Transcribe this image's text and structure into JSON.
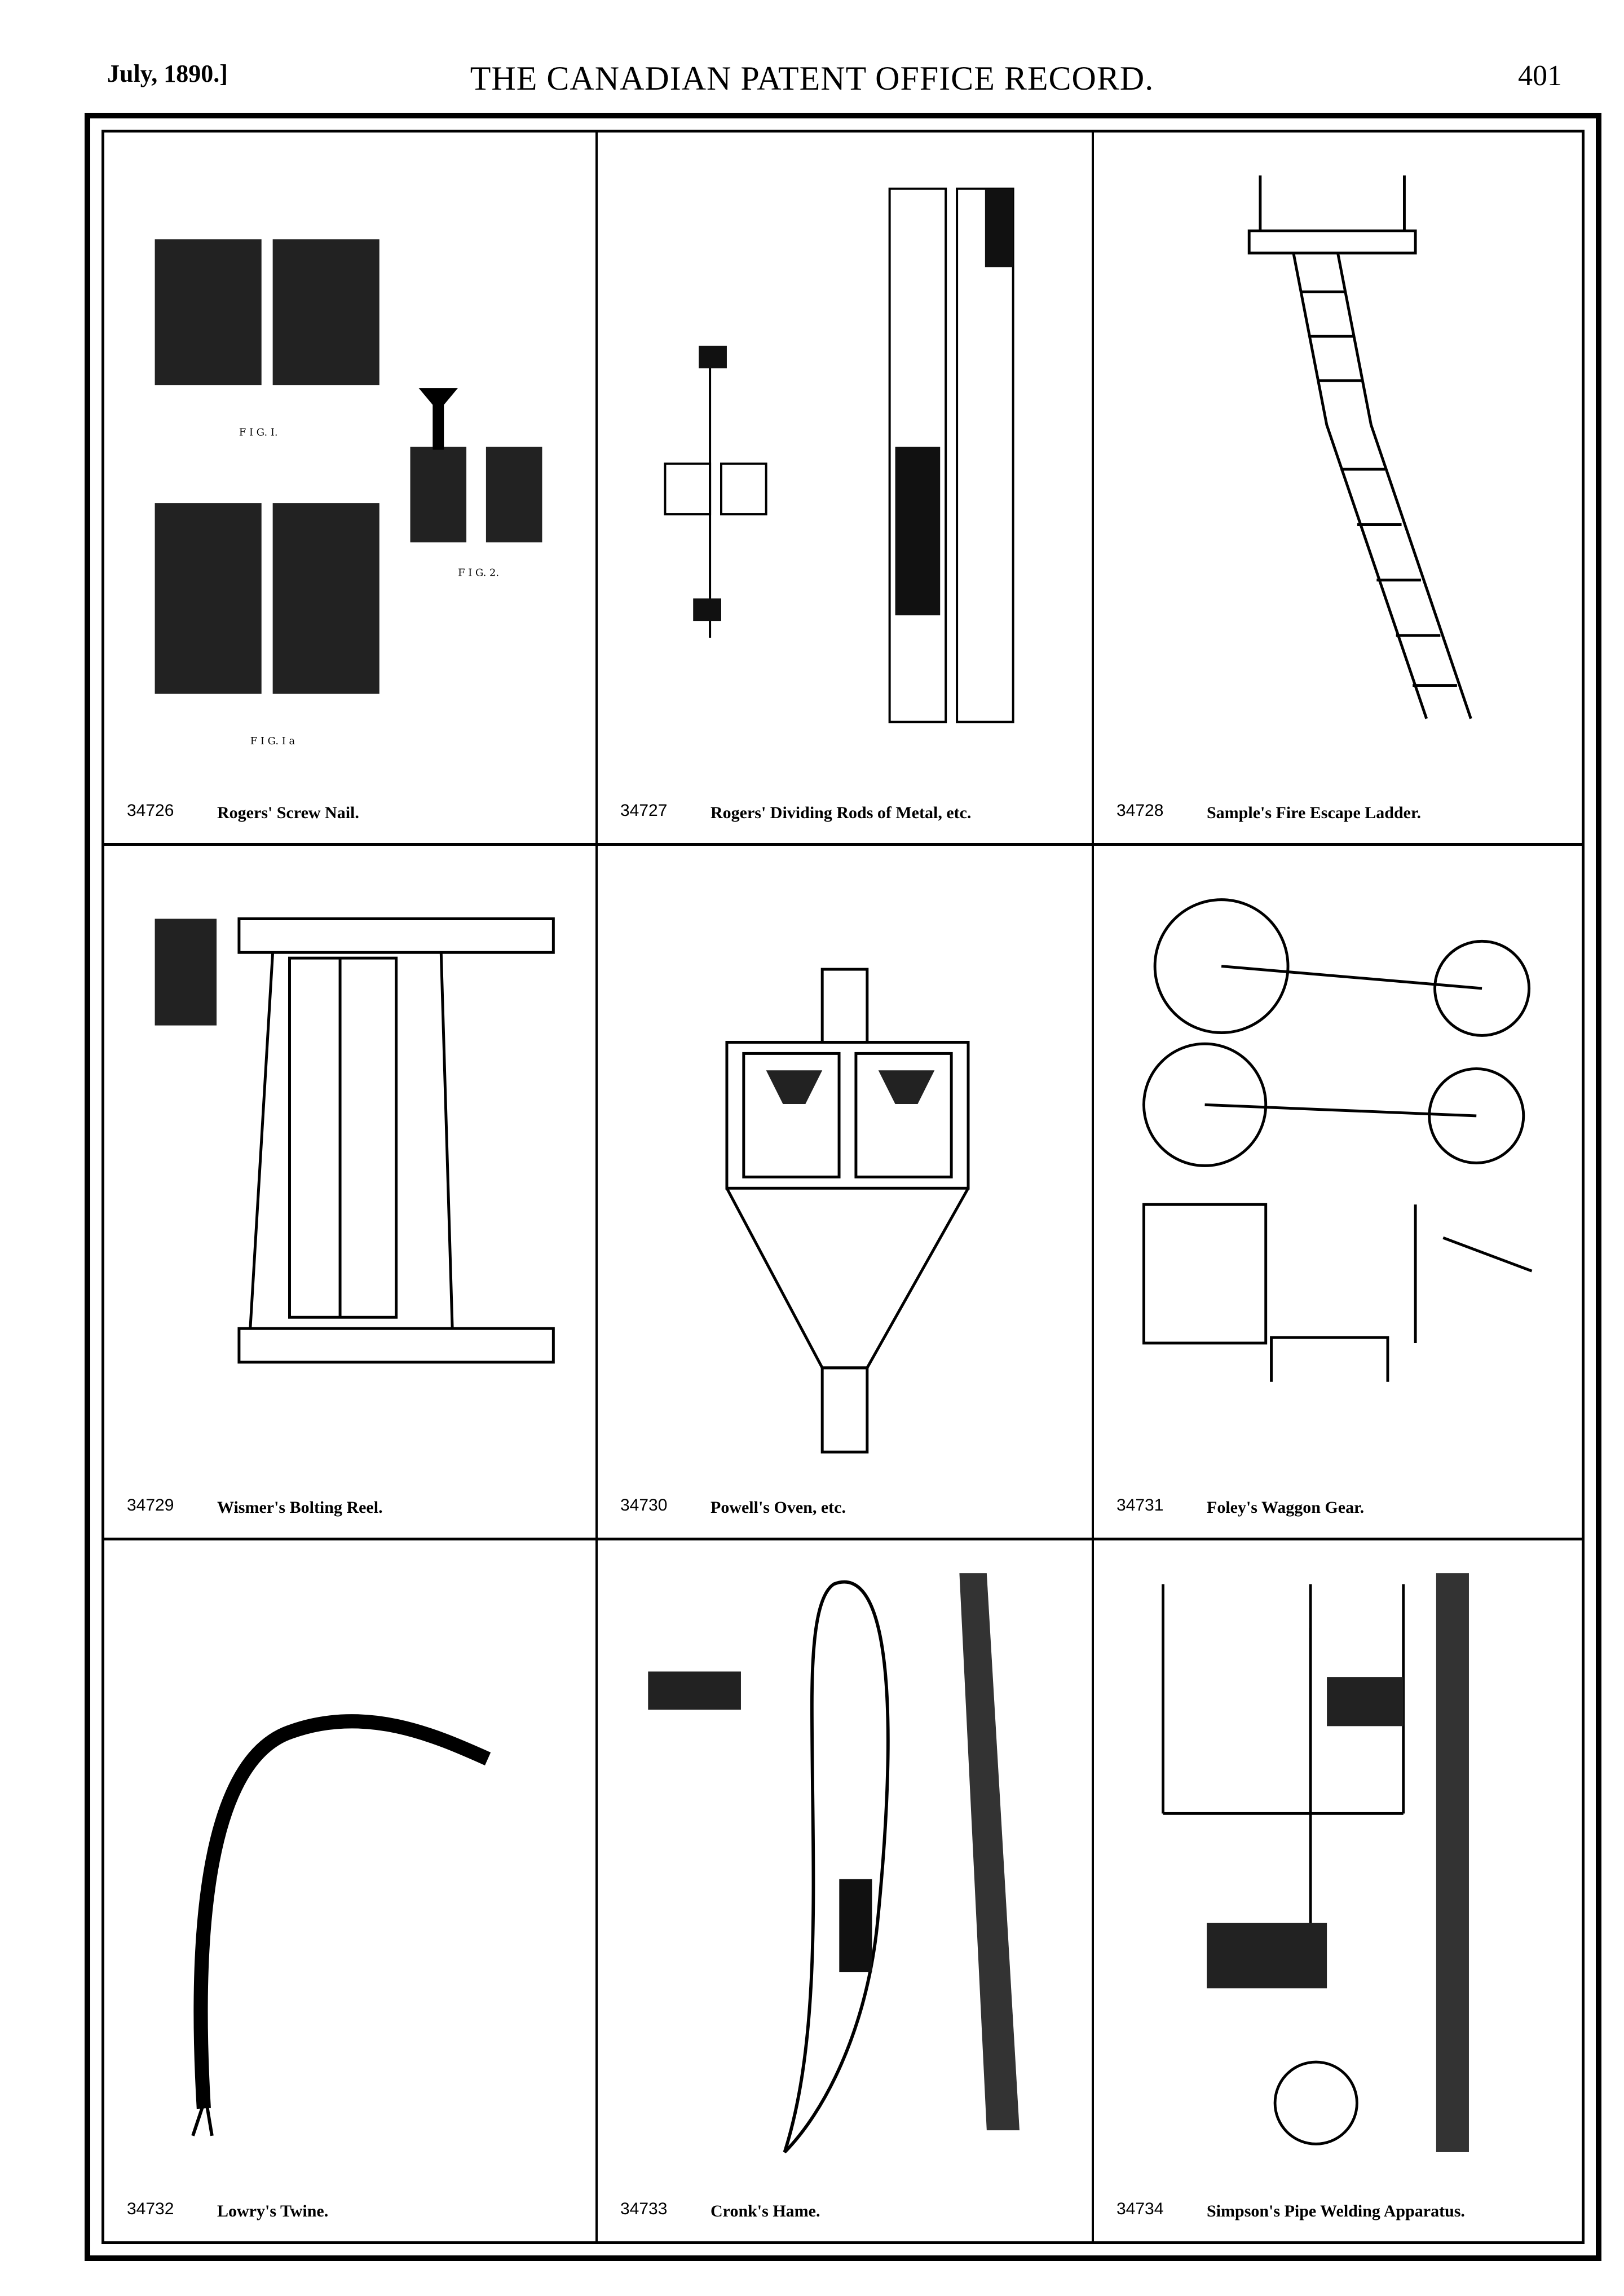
{
  "header": {
    "date": "July, 1890.]",
    "title": "THE CANADIAN PATENT OFFICE RECORD.",
    "page": "401"
  },
  "patents": [
    {
      "number": "34726",
      "title": "Rogers' Screw Nail."
    },
    {
      "number": "34727",
      "title": "Rogers' Dividing Rods of Metal, etc."
    },
    {
      "number": "34728",
      "title": "Sample's Fire Escape Ladder."
    },
    {
      "number": "34729",
      "title": "Wismer's Bolting Reel."
    },
    {
      "number": "34730",
      "title": "Powell's Oven, etc."
    },
    {
      "number": "34731",
      "title": "Foley's Waggon Gear."
    },
    {
      "number": "34732",
      "title": "Lowry's Twine."
    },
    {
      "number": "34733",
      "title": "Cronk's Hame."
    },
    {
      "number": "34734",
      "title": "Simpson's Pipe Welding Apparatus."
    }
  ]
}
